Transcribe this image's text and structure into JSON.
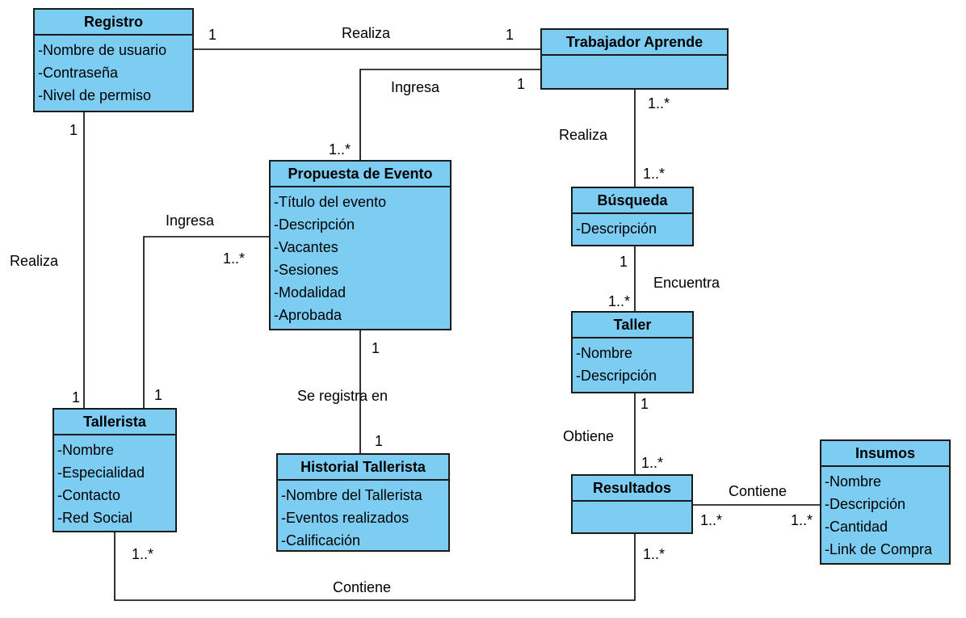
{
  "classes": {
    "registro": {
      "name": "Registro",
      "attrs": [
        "-Nombre de usuario",
        "-Contraseña",
        "-Nivel de permiso"
      ]
    },
    "trabajador": {
      "name": "Trabajador Aprende",
      "attrs": []
    },
    "propuesta": {
      "name": "Propuesta de Evento",
      "attrs": [
        "-Título del evento",
        "-Descripción",
        "-Vacantes",
        "-Sesiones",
        "-Modalidad",
        "-Aprobada"
      ]
    },
    "busqueda": {
      "name": "Búsqueda",
      "attrs": [
        "-Descripción"
      ]
    },
    "taller": {
      "name": "Taller",
      "attrs": [
        "-Nombre",
        "-Descripción"
      ]
    },
    "tallerista": {
      "name": "Tallerista",
      "attrs": [
        "-Nombre",
        "-Especialidad",
        "-Contacto",
        "-Red Social"
      ]
    },
    "historial": {
      "name": "Historial Tallerista",
      "attrs": [
        "-Nombre del Tallerista",
        "-Eventos realizados",
        "-Calificación"
      ]
    },
    "resultados": {
      "name": "Resultados",
      "attrs": []
    },
    "insumos": {
      "name": "Insumos",
      "attrs": [
        "-Nombre",
        "-Descripción",
        "-Cantidad",
        "-Link de Compra"
      ]
    }
  },
  "associations": {
    "registro_trabajador": {
      "label": "Realiza",
      "m1": "1",
      "m2": "1"
    },
    "trabajador_propuesta": {
      "label": "Ingresa",
      "m1": "1",
      "m2": "1..*"
    },
    "trabajador_busqueda": {
      "label": "Realiza",
      "m1": "1..*",
      "m2": "1..*"
    },
    "registro_tallerista": {
      "label": "Realiza",
      "m1": "1",
      "m2": "1"
    },
    "tallerista_propuesta": {
      "label": "Ingresa",
      "m1": "1",
      "m2": "1..*"
    },
    "propuesta_historial": {
      "label": "Se registra en",
      "m1": "1",
      "m2": "1"
    },
    "busqueda_taller": {
      "label": "Encuentra",
      "m1": "1",
      "m2": "1..*"
    },
    "taller_resultados": {
      "label": "Obtiene",
      "m1": "1",
      "m2": "1..*"
    },
    "resultados_insumos": {
      "label": "Contiene",
      "m1": "1..*",
      "m2": "1..*"
    },
    "tallerista_resultados": {
      "label": "Contiene",
      "m1": "1..*",
      "m2": "1..*"
    }
  },
  "colors": {
    "class_fill": "#7dcdf3",
    "border": "#1a1a1a",
    "line": "#000000"
  }
}
